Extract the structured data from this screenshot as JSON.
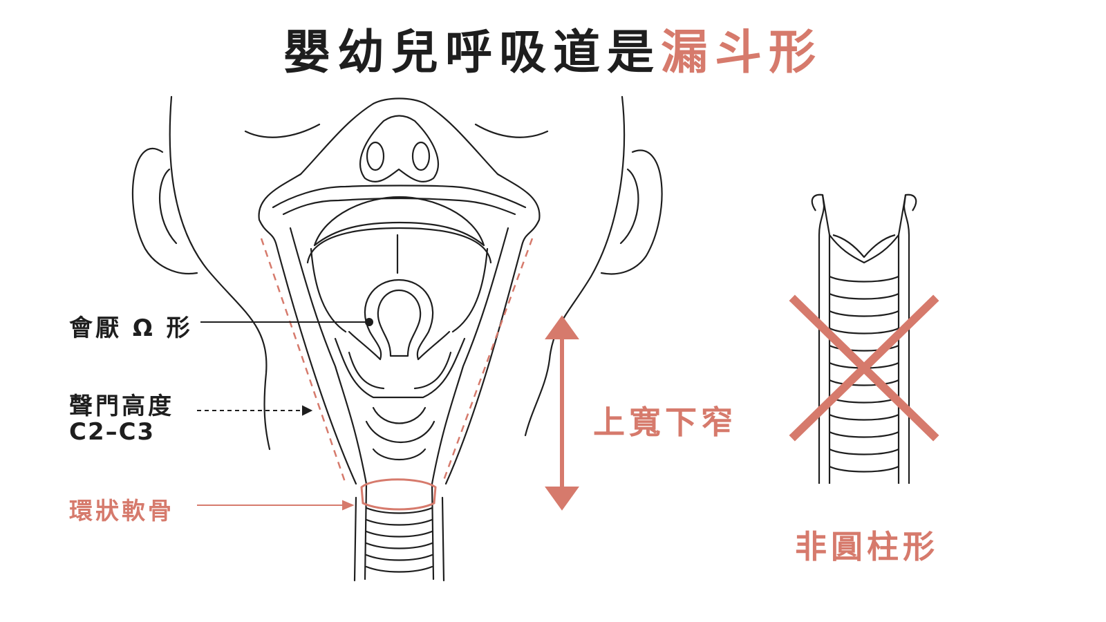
{
  "title": {
    "main": "嬰幼兒呼吸道是",
    "accent": "漏斗形"
  },
  "labels": {
    "epiglottis": "會厭 Ω 形",
    "glottis_height": "聲門高度",
    "glottis_level": "C2–C3",
    "cricoid": "環狀軟骨",
    "funnel": "上寬下窄",
    "not_cylinder": "非圓柱形"
  },
  "colors": {
    "accent": "#d67a6c",
    "ink": "#1e1e1e"
  }
}
